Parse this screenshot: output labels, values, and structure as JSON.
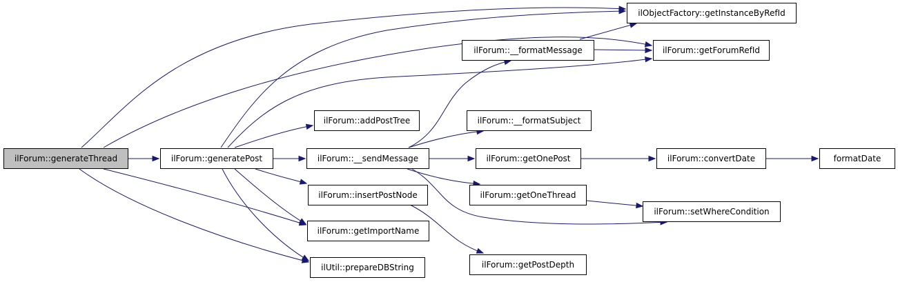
{
  "graph": {
    "edge_color": "#191970",
    "root_fill": "#bfbfbf",
    "nodes": [
      {
        "id": "generateThread",
        "label": "ilForum::generateThread",
        "root": true
      },
      {
        "id": "generatePost",
        "label": "ilForum::generatePost"
      },
      {
        "id": "getInstanceByRefId",
        "label": "ilObjectFactory::getInstanceByRefId"
      },
      {
        "id": "formatMessage",
        "label": "ilForum::__formatMessage"
      },
      {
        "id": "getForumRefId",
        "label": "ilForum::getForumRefId"
      },
      {
        "id": "addPostTree",
        "label": "ilForum::addPostTree"
      },
      {
        "id": "formatSubject",
        "label": "ilForum::__formatSubject"
      },
      {
        "id": "sendMessage",
        "label": "ilForum::__sendMessage"
      },
      {
        "id": "getOnePost",
        "label": "ilForum::getOnePost"
      },
      {
        "id": "convertDate",
        "label": "ilForum::convertDate"
      },
      {
        "id": "formatDate",
        "label": "formatDate"
      },
      {
        "id": "insertPostNode",
        "label": "ilForum::insertPostNode"
      },
      {
        "id": "getOneThread",
        "label": "ilForum::getOneThread"
      },
      {
        "id": "setWhereCondition",
        "label": "ilForum::setWhereCondition"
      },
      {
        "id": "getImportName",
        "label": "ilForum::getImportName"
      },
      {
        "id": "prepareDBString",
        "label": "ilUtil::prepareDBString"
      },
      {
        "id": "getPostDepth",
        "label": "ilForum::getPostDepth"
      }
    ],
    "edges": [
      [
        "generateThread",
        "getInstanceByRefId"
      ],
      [
        "generateThread",
        "getForumRefId"
      ],
      [
        "generateThread",
        "generatePost"
      ],
      [
        "generateThread",
        "getImportName"
      ],
      [
        "generateThread",
        "prepareDBString"
      ],
      [
        "generatePost",
        "getInstanceByRefId"
      ],
      [
        "generatePost",
        "getForumRefId"
      ],
      [
        "generatePost",
        "addPostTree"
      ],
      [
        "generatePost",
        "sendMessage"
      ],
      [
        "generatePost",
        "insertPostNode"
      ],
      [
        "generatePost",
        "getImportName"
      ],
      [
        "generatePost",
        "prepareDBString"
      ],
      [
        "formatMessage",
        "getInstanceByRefId"
      ],
      [
        "formatMessage",
        "getForumRefId"
      ],
      [
        "sendMessage",
        "formatMessage"
      ],
      [
        "sendMessage",
        "formatSubject"
      ],
      [
        "sendMessage",
        "getOnePost"
      ],
      [
        "sendMessage",
        "getOneThread"
      ],
      [
        "sendMessage",
        "setWhereCondition"
      ],
      [
        "getOnePost",
        "convertDate"
      ],
      [
        "convertDate",
        "formatDate"
      ],
      [
        "getOneThread",
        "setWhereCondition"
      ],
      [
        "insertPostNode",
        "getPostDepth"
      ]
    ]
  }
}
